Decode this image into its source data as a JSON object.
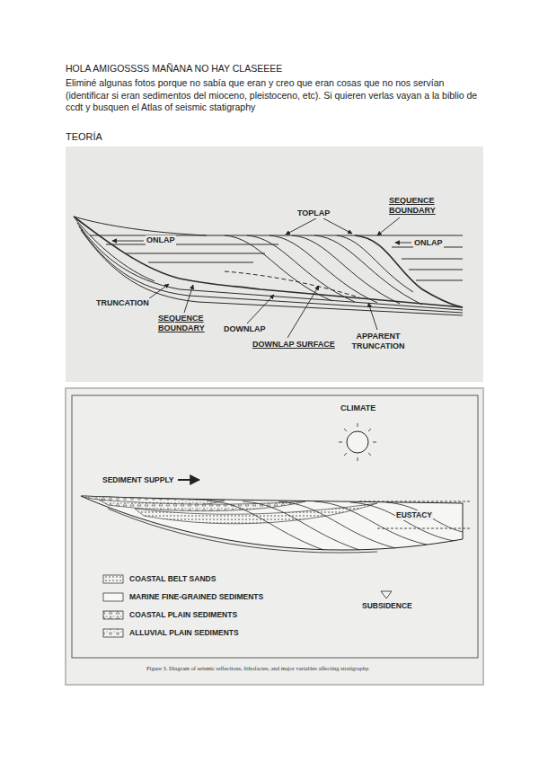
{
  "diagram": {
    "title": "HOLA AMIGOSSSS MAÑANA NO HAY CLASEEEE",
    "caption": "Figure 3. Diagram of seismic reflections, lithofacies, and major variables affecting stratigraphy.",
    "labels": [
      "Eliminé algunas fotos porque no sabía que eran y creo que eran cosas que no nos servían (identificar si eran sedimentos del mioceno, pleistoceno, etc). Si quieren verlas vayan a la biblio de ccdt y busquen el Atlas of seismic statigraphy",
      "TEORÍA",
      "TOPLAP",
      "SEQUENCE BOUNDARY",
      "ONLAP",
      "ONLAP",
      "TRUNCATION",
      "SEQUENCE BOUNDARY",
      "DOWNLAP",
      "DOWNLAP SURFACE",
      "APPARENT TRUNCATION",
      "CLIMATE",
      "SEDIMENT SUPPLY",
      "EUSTACY",
      "SUBSIDENCE"
    ],
    "legend": [
      {
        "text": "COASTAL BELT SANDS"
      },
      {
        "text": "MARINE FINE-GRAINED SEDIMENTS"
      },
      {
        "text": "COASTAL PLAIN SEDIMENTS"
      },
      {
        "text": "ALLUVIAL PLAIN SEDIMENTS"
      }
    ]
  }
}
